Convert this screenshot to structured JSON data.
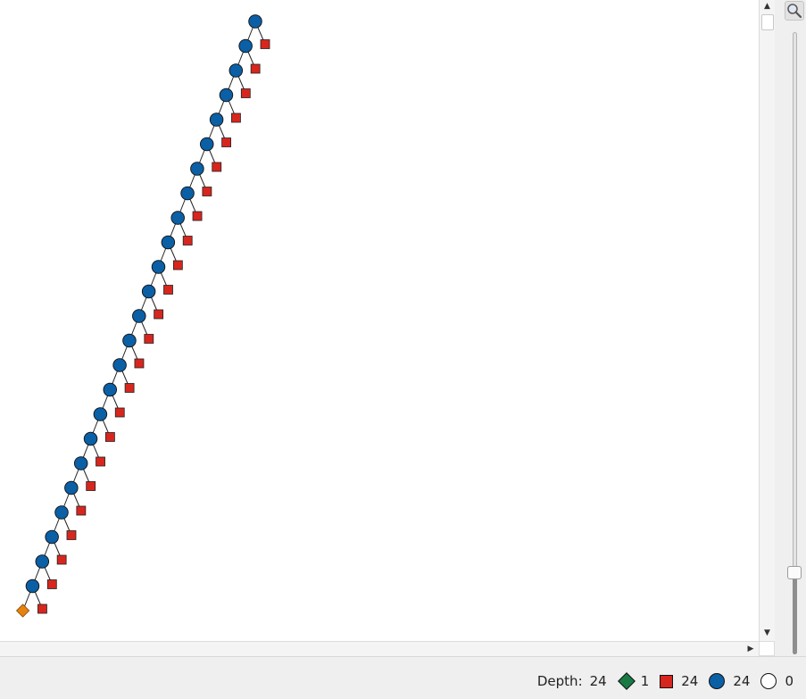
{
  "tree": {
    "depth": 24,
    "node_colors": {
      "decision_node": "#0b5fa5",
      "terminal_node": "#d7261e",
      "leaf_node": "#e8820c",
      "edge": "#222222"
    }
  },
  "status": {
    "depth_label": "Depth:",
    "depth_value": "24",
    "diamond_count": "1",
    "square_count": "24",
    "filled_circle_count": "24",
    "empty_circle_count": "0",
    "colors": {
      "diamond": "#1a7a45",
      "square": "#d7261e",
      "filled_circle": "#0b5fa5",
      "empty_circle": "#ffffff"
    }
  },
  "zoom": {
    "level_fraction": 0.13
  },
  "icons": {
    "zoom_button": "magnifier-icon",
    "scroll_up": "arrow-up-icon",
    "scroll_down": "arrow-down-icon",
    "scroll_right": "arrow-right-icon"
  }
}
